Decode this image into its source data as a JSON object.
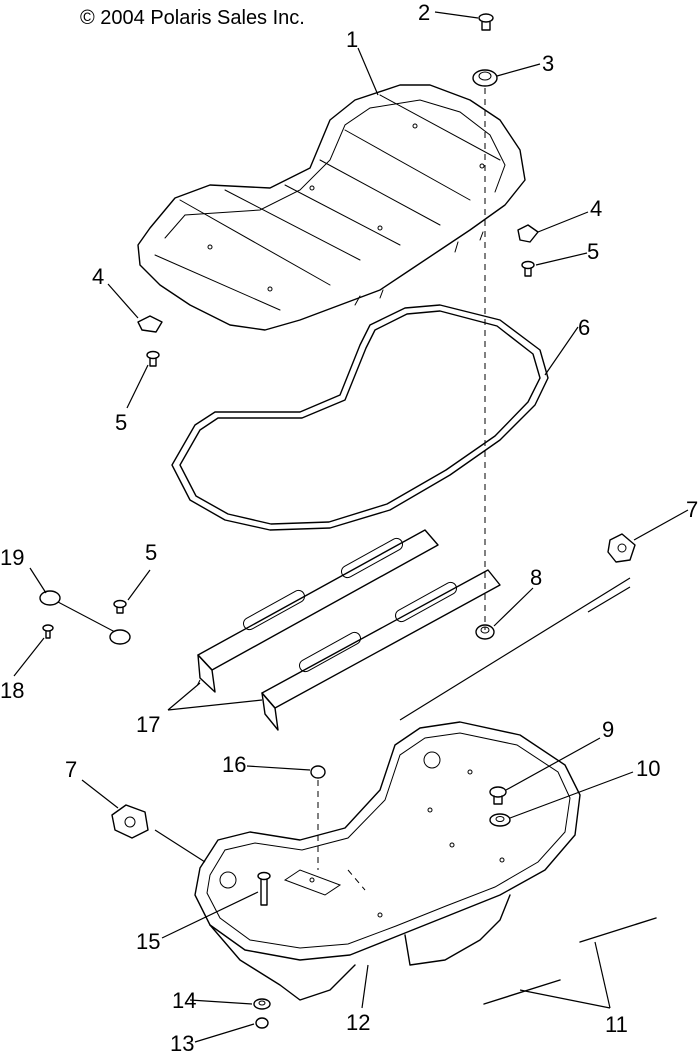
{
  "copyright": "© 2004 Polaris Sales Inc.",
  "callouts": {
    "c1": "1",
    "c2": "2",
    "c3": "3",
    "c4a": "4",
    "c4b": "4",
    "c5a": "5",
    "c5b": "5",
    "c5c": "5",
    "c6": "6",
    "c7a": "7",
    "c7b": "7",
    "c8": "8",
    "c9": "9",
    "c10": "10",
    "c11": "11",
    "c12": "12",
    "c13": "13",
    "c14": "14",
    "c15": "15",
    "c16": "16",
    "c17": "17",
    "c18": "18",
    "c19": "19"
  }
}
